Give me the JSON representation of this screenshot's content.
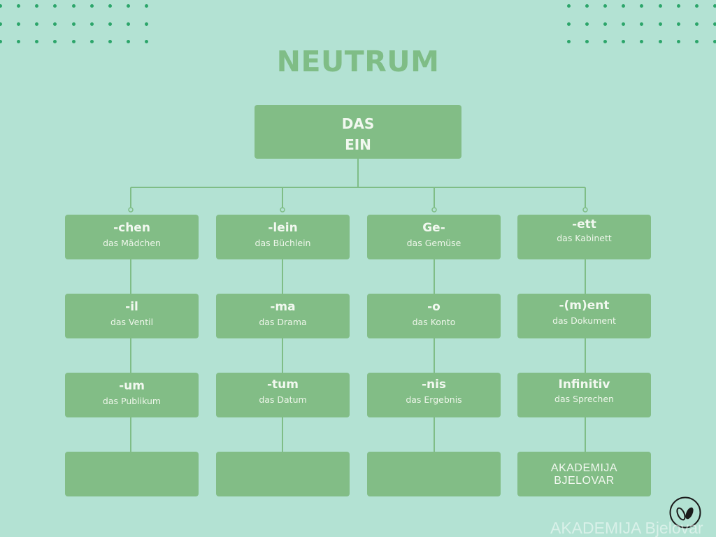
{
  "title": "NEUTRUM",
  "root": {
    "lines": [
      "DAS",
      "EIN"
    ]
  },
  "columns": [
    {
      "nodes": [
        {
          "suffix": "-chen",
          "example": "das Mädchen"
        },
        {
          "suffix": "-il",
          "example": "das Ventil"
        },
        {
          "suffix": "-um",
          "example": "das Publikum"
        },
        {
          "suffix": "",
          "example": ""
        }
      ]
    },
    {
      "nodes": [
        {
          "suffix": "-lein",
          "example": "das Büchlein"
        },
        {
          "suffix": "-ma",
          "example": "das Drama"
        },
        {
          "suffix": "-tum",
          "example": "das Datum"
        },
        {
          "suffix": "",
          "example": ""
        }
      ]
    },
    {
      "nodes": [
        {
          "suffix": "Ge-",
          "example": "das Gemüse"
        },
        {
          "suffix": "-o",
          "example": "das Konto"
        },
        {
          "suffix": "-nis",
          "example": "das Ergebnis"
        },
        {
          "suffix": "",
          "example": ""
        }
      ]
    },
    {
      "nodes": [
        {
          "suffix": "-ett",
          "example": "das Kabinett"
        },
        {
          "suffix": "-(m)ent",
          "example": "das Dokument"
        },
        {
          "suffix": "Infinitiv",
          "example": "das Sprechen"
        },
        {
          "brand": [
            "AKADEMIJA",
            "BJELOVAR"
          ]
        }
      ]
    }
  ],
  "watermark": "AKADEMIJA Bjelovar",
  "logo_icon": "akademija-leaf-logo-icon",
  "colors": {
    "background": "#b3e2d3",
    "box": "#82bd86",
    "title": "#7fbd86",
    "connector": "#7fbd86",
    "dots": "#2ca56a",
    "box_text": "#f2f8f0"
  }
}
